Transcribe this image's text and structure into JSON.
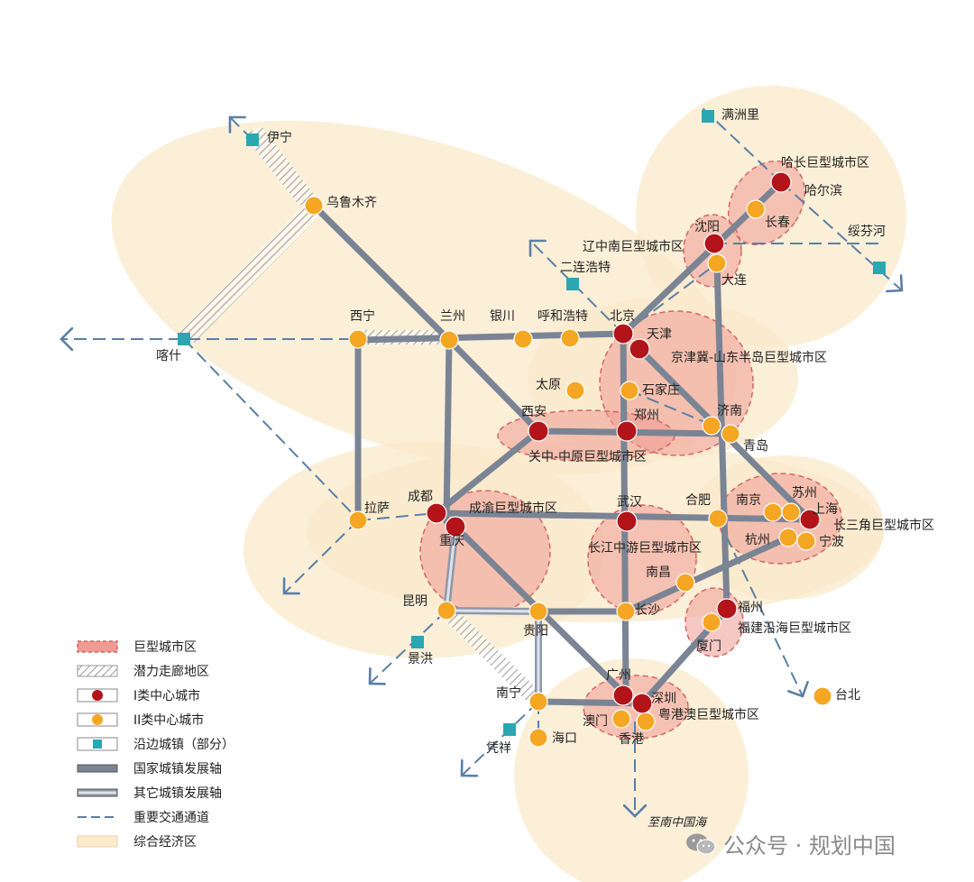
{
  "colors": {
    "economic_zone": "#fbeacb",
    "megacity_fill": "#ef9a93",
    "megacity_stroke": "#d26565",
    "class1_city": "#b3141a",
    "class2_city": "#f5a623",
    "border_town": "#2aa7b2",
    "national_axis": "#7a8494",
    "other_axis": "#b7bfcc",
    "transport": "#5b7fa6",
    "corridor_hatch": "#9a9a9a"
  },
  "cities": {
    "yining": "伊宁",
    "urumqi": "乌鲁木齐",
    "kashgar": "喀什",
    "xining": "西宁",
    "lanzhou": "兰州",
    "yinchuan": "银川",
    "hohhot": "呼和浩特",
    "beijing": "北京",
    "tianjin": "天津",
    "erenhot": "二连浩特",
    "manzhouli": "满洲里",
    "harbin": "哈尔滨",
    "changchun": "长春",
    "suifenhe": "绥芬河",
    "shenyang": "沈阳",
    "dalian": "大连",
    "taiyuan": "太原",
    "shijiazhuang": "石家庄",
    "jinan": "济南",
    "qingdao": "青岛",
    "xian": "西安",
    "zhengzhou": "郑州",
    "lhasa": "拉萨",
    "chengdu": "成都",
    "chongqing": "重庆",
    "wuhan": "武汉",
    "hefei": "合肥",
    "nanjing": "南京",
    "suzhou": "苏州",
    "shanghai": "上海",
    "hangzhou": "杭州",
    "ningbo": "宁波",
    "nanchang": "南昌",
    "changsha": "长沙",
    "fuzhou": "福州",
    "xiamen": "厦门",
    "kunming": "昆明",
    "guiyang": "贵阳",
    "jinghong": "景洪",
    "nanning": "南宁",
    "pingxiang": "凭祥",
    "guangzhou": "广州",
    "shenzhen": "深圳",
    "macau": "澳门",
    "hongkong": "香港",
    "haikou": "海口",
    "taipei": "台北"
  },
  "regions": {
    "hachang": "哈长巨型城市区",
    "liaozhongnan": "辽中南巨型城市区",
    "jingjinji": "京津冀-山东半岛巨型城市区",
    "guanzhong": "关中-中原巨型城市区",
    "chengyu": "成渝巨型城市区",
    "changjiang": "长江中游巨型城市区",
    "changsanjiao": "长三角巨型城市区",
    "fujian": "福建沿海巨型城市区",
    "yuegang": "粤港澳巨型城市区"
  },
  "annotation": "至南中国海",
  "legend": {
    "megacity": "巨型城市区",
    "corridor": "潜力走廊地区",
    "class1": "I类中心城市",
    "class2": "II类中心城市",
    "border": "沿边城镇（部分）",
    "national_axis": "国家城镇发展轴",
    "other_axis": "其它城镇发展轴",
    "transport": "重要交通通道",
    "economic_zone": "综合经济区"
  },
  "watermark": "公众号 · 规划中国"
}
